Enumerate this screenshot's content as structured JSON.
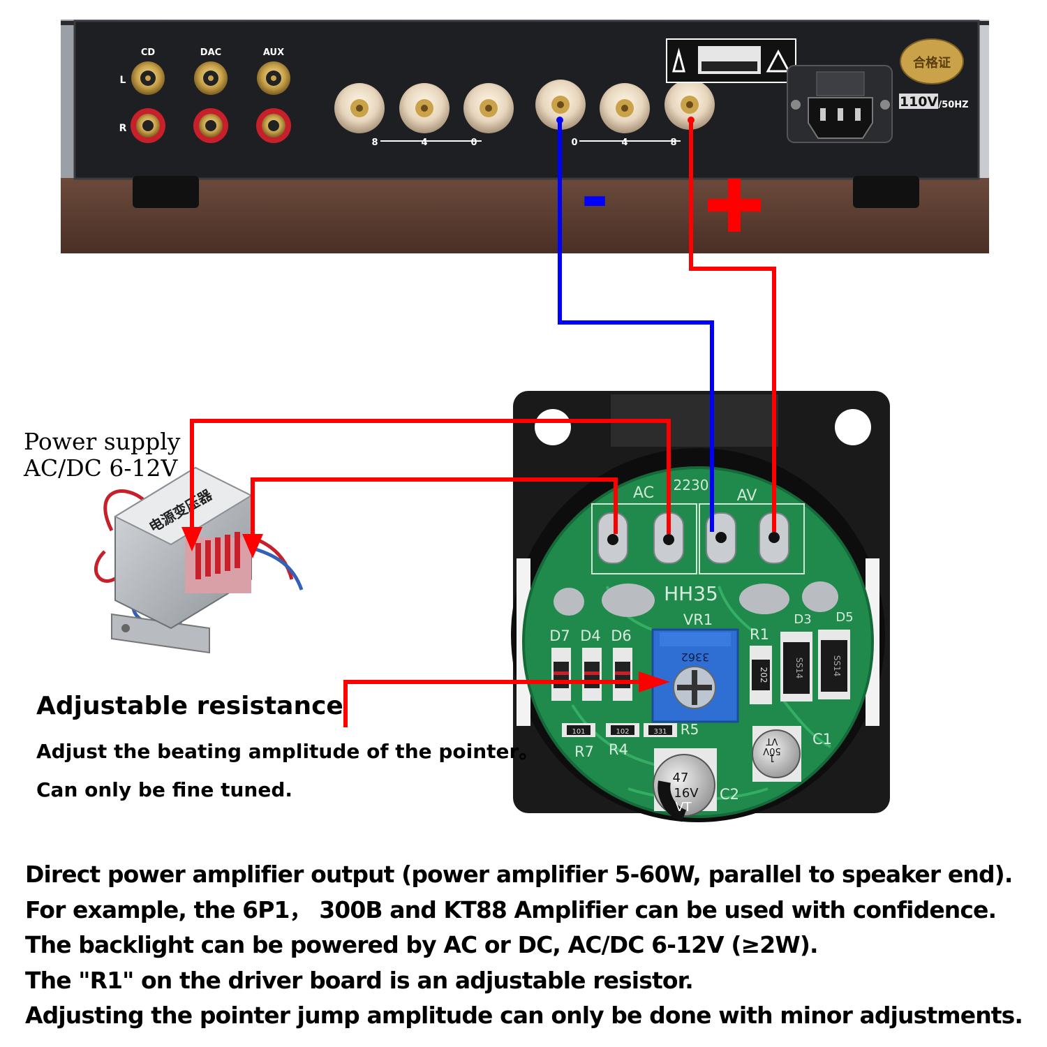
{
  "amplifier": {
    "inputs": [
      "CD",
      "DAC",
      "AUX"
    ],
    "channels": [
      "L",
      "R"
    ],
    "impedance_left": [
      "8",
      "4",
      "0"
    ],
    "impedance_right": [
      "0",
      "4",
      "8"
    ],
    "voltage": "110V",
    "frequency": "/50HZ",
    "cert_label": "合格证"
  },
  "polarity": {
    "negative": "-",
    "positive": "+"
  },
  "board": {
    "model": "HH35",
    "ac_label": "AC",
    "av_label": "AV",
    "code": "2230",
    "vr_label": "VR1",
    "pot_code": "3362",
    "diodes": [
      "D7",
      "D4",
      "D6"
    ],
    "r1_label": "R1",
    "r1_code": "202",
    "d3": "D3",
    "d5": "D5",
    "ss14": "SS14",
    "resistors": [
      "101",
      "102",
      "331"
    ],
    "r5": "R5",
    "r7": "R7",
    "r4": "R4",
    "c1": "C1",
    "c1_value": [
      "1",
      "50V",
      "VT"
    ],
    "c2": "C2",
    "c2_value": [
      "47",
      "16V",
      "VT"
    ]
  },
  "transformer": {
    "label": "电源变压器"
  },
  "power_supply": {
    "title": "Power supply",
    "spec": "AC/DC 6-12V"
  },
  "adjustable": {
    "title": "Adjustable resistance",
    "line1": "Adjust the beating amplitude of the pointer。",
    "line2": "Can only be fine tuned."
  },
  "notes": [
    "Direct power amplifier output (power amplifier 5-60W, parallel to speaker end).",
    "For example, the 6P1，  300B and KT88 Amplifier can be used with confidence.",
    "The backlight can be powered by AC or DC, AC/DC 6-12V (≥2W).",
    "The \"R1\" on the driver board is an adjustable resistor.",
    "Adjusting the pointer jump amplitude can only be done with minor adjustments."
  ],
  "colors": {
    "wire_positive": "#ff0000",
    "wire_negative": "#0000ff",
    "pcb": "#1f8a4c",
    "pot": "#2f6fd4",
    "chassis": "#1e1f22"
  }
}
